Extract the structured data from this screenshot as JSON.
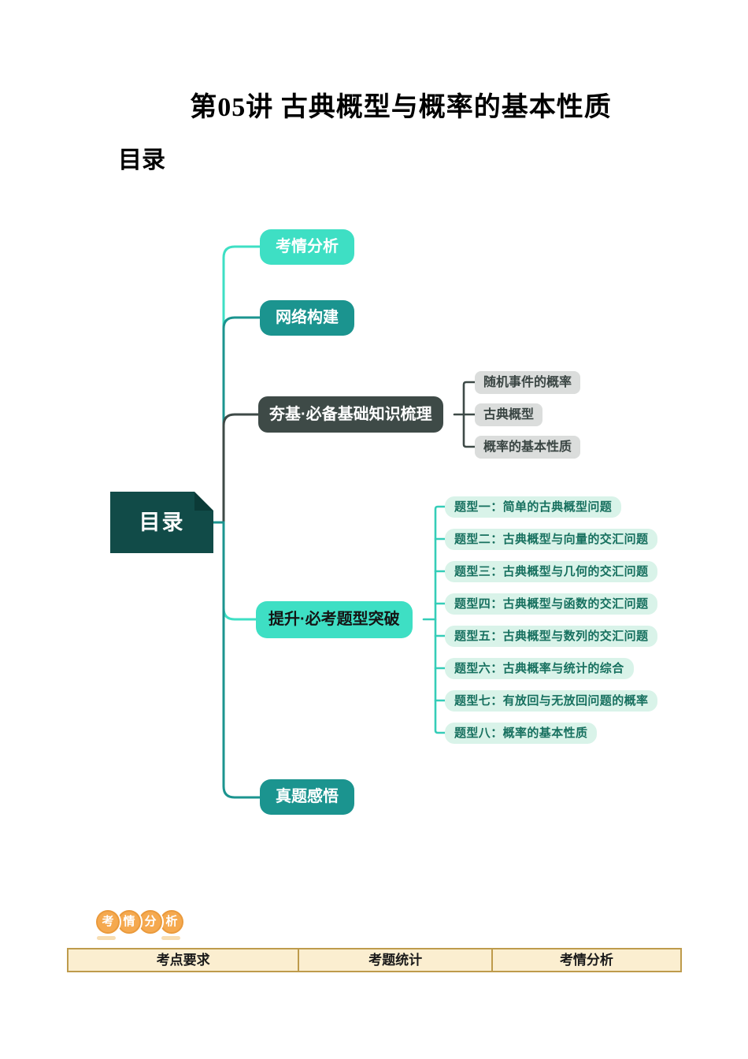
{
  "page": {
    "title": "第05讲 古典概型与概率的基本性质",
    "toc_heading": "目录"
  },
  "mindmap": {
    "root": {
      "label": "目录"
    },
    "branches": [
      {
        "id": "kaoqing-fenxi",
        "label": "考情分析"
      },
      {
        "id": "wangluo-goujian",
        "label": "网络构建"
      },
      {
        "id": "hangji",
        "label": "夯基·必备基础知识梳理",
        "children": [
          "随机事件的概率",
          "古典概型",
          "概率的基本性质"
        ]
      },
      {
        "id": "tisheng",
        "label": "提升·必考题型突破",
        "children": [
          "题型一：简单的古典概型问题",
          "题型二：古典概型与向量的交汇问题",
          "题型三：古典概型与几何的交汇问题",
          "题型四：古典概型与函数的交汇问题",
          "题型五：古典概型与数列的交汇问题",
          "题型六：古典概率与统计的综合",
          "题型七：有放回与无放回问题的概率",
          "题型八：概率的基本性质"
        ]
      },
      {
        "id": "zhenti-ganwu",
        "label": "真题感悟"
      }
    ],
    "colors": {
      "bright_teal": "#3EDFC4",
      "teal": "#1B948F",
      "dark_slate": "#3E4A47",
      "dark_teal_root": "#114B48",
      "mint_box_bg": "#D9F3E9",
      "mint_box_text": "#17705F",
      "gray_box_bg": "#DBDDDC"
    }
  },
  "section_badge": {
    "chars": [
      "考",
      "情",
      "分",
      "析"
    ],
    "color": "#F5A94F"
  },
  "table": {
    "headers": [
      "考点要求",
      "考题统计",
      "考情分析"
    ],
    "header_bg": "#FBEED0",
    "border_color": "#BE9B4C"
  }
}
